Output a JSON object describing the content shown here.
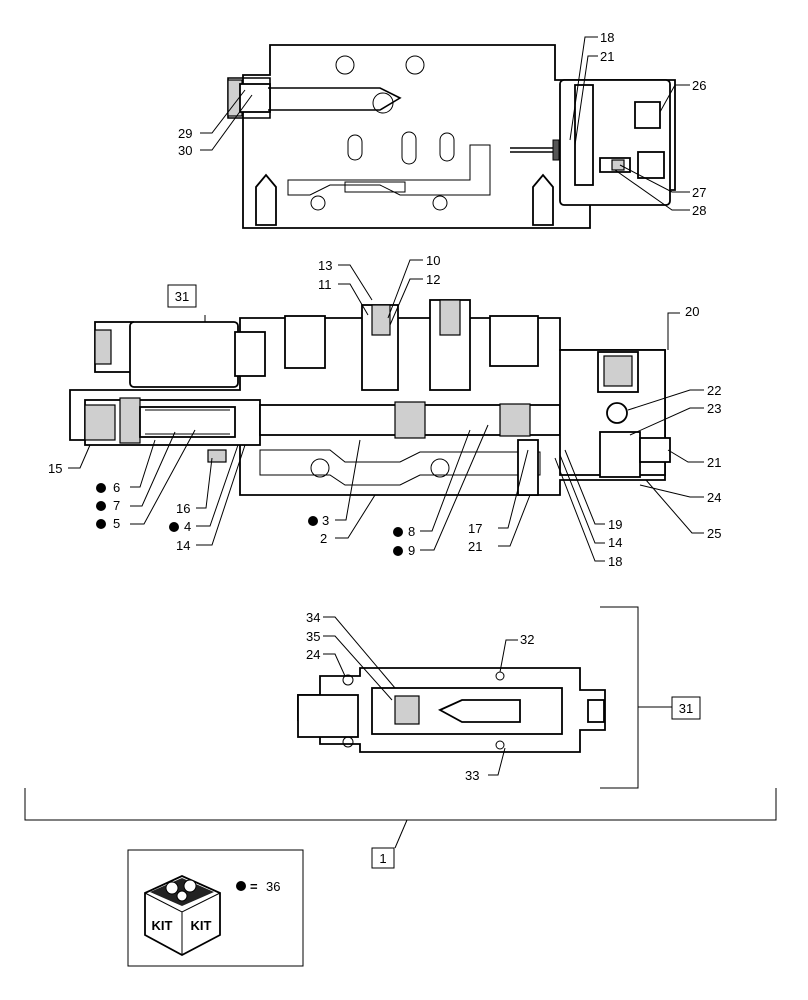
{
  "callouts": {
    "top": [
      "18",
      "21",
      "26",
      "27",
      "28",
      "29",
      "30"
    ],
    "middle": [
      "13",
      "11",
      "10",
      "12",
      "20",
      "22",
      "23",
      "21",
      "24",
      "25",
      "15",
      "6",
      "7",
      "5",
      "16",
      "4",
      "14",
      "3",
      "2",
      "8",
      "9",
      "17",
      "21",
      "14",
      "18",
      "19"
    ],
    "bottom": [
      "34",
      "35",
      "24",
      "32",
      "33"
    ]
  },
  "boxed_labels": {
    "valve_a": "31",
    "valve_b": "31",
    "assembly": "1"
  },
  "kit": {
    "box_text_left": "KIT",
    "box_text_right": "KIT",
    "legend_equals": "=",
    "legend_number": "36"
  },
  "colors": {
    "line": "#000000",
    "shade": "#cfcfcf",
    "dark": "#555555"
  }
}
